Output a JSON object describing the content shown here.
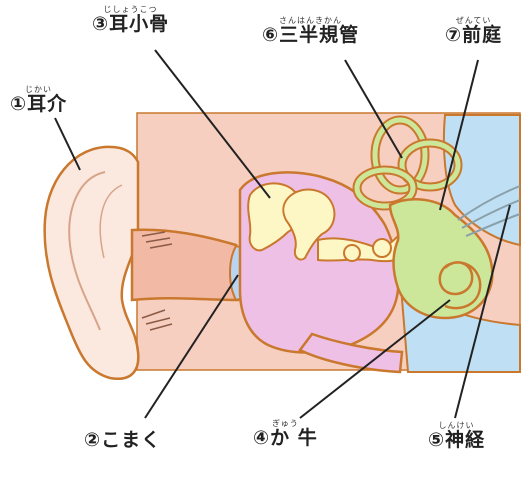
{
  "labels": {
    "auricle": {
      "text": "①耳介",
      "ruby": "じかい"
    },
    "eardrum": {
      "text": "②こまく",
      "ruby": ""
    },
    "ossicles": {
      "text": "③耳小骨",
      "ruby": "じしょうこつ"
    },
    "semicircular_canals": {
      "text": "⑥三半規管",
      "ruby": "さんはんきかん"
    },
    "vestibule": {
      "text": "⑦前庭",
      "ruby": "ぜんてい"
    },
    "cochlea": {
      "text": "④か 牛",
      "ruby": "ぎゅう"
    },
    "nerve": {
      "text": "⑤神経",
      "ruby": "しんけい"
    }
  },
  "colors": {
    "background_panel": "#f6cfc0",
    "outline": "#c9782e",
    "skin": "#fbe9e0",
    "ossicles_fill": "#fdf7c6",
    "cochlea_fill": "#cde79a",
    "middle_ear_fill": "#efc0e6",
    "eardrum_fill": "#b8d4f0",
    "inner_blue": "#bfe0f4"
  }
}
